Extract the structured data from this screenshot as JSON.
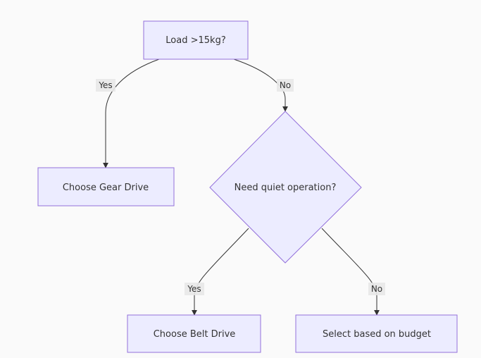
{
  "flowchart": {
    "nodes": {
      "load": {
        "label": "Load >15kg?"
      },
      "quiet": {
        "label": "Need quiet operation?"
      },
      "gear": {
        "label": "Choose Gear Drive"
      },
      "belt": {
        "label": "Choose Belt Drive"
      },
      "budget": {
        "label": "Select based on budget"
      }
    },
    "edges": {
      "load_gear": {
        "label": "Yes"
      },
      "load_quiet": {
        "label": "No"
      },
      "quiet_belt": {
        "label": "Yes"
      },
      "quiet_budget": {
        "label": "No"
      }
    },
    "colors": {
      "node_fill": "#ececff",
      "node_stroke": "#9370db",
      "edge": "#333333",
      "label_bg": "#e8e8e8",
      "background": "#fafafa"
    }
  }
}
